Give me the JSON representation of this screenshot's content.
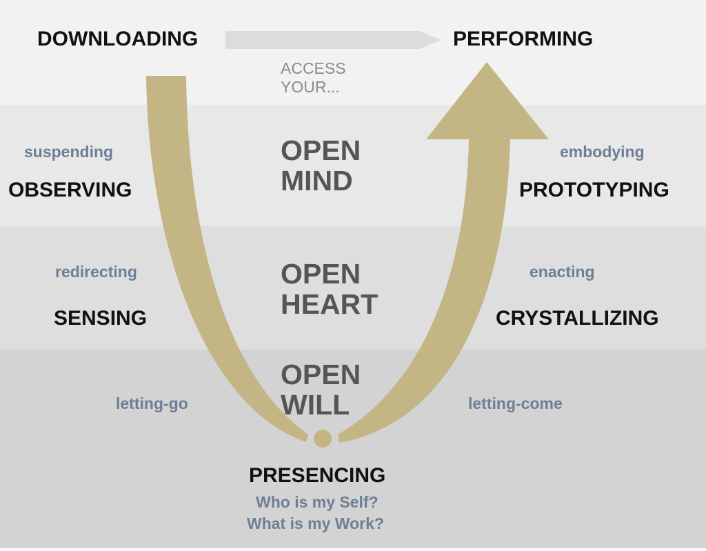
{
  "top": {
    "left": "DOWNLOADING",
    "right": "PERFORMING",
    "access": [
      "ACCESS",
      "YOUR..."
    ]
  },
  "levels": [
    {
      "left_sub": "suspending",
      "left": "OBSERVING",
      "center": [
        "OPEN",
        "MIND"
      ],
      "right_sub": "embodying",
      "right": "PROTOTYPING"
    },
    {
      "left_sub": "redirecting",
      "left": "SENSING",
      "center": [
        "OPEN",
        "HEART"
      ],
      "right_sub": "enacting",
      "right": "CRYSTALLIZING"
    },
    {
      "left_sub": "letting-go",
      "center": [
        "OPEN",
        "WILL"
      ],
      "right_sub": "letting-come"
    }
  ],
  "bottom": {
    "title": "PRESENCING",
    "questions": [
      "Who is my Self?",
      "What is my Work?"
    ]
  },
  "colors": {
    "u_curve": "#c4b585",
    "band1": "#f2f2f2",
    "band2": "#e8e8e8",
    "band3": "#dedede",
    "band4": "#d3d3d3",
    "sub_text": "#6d7f96"
  }
}
